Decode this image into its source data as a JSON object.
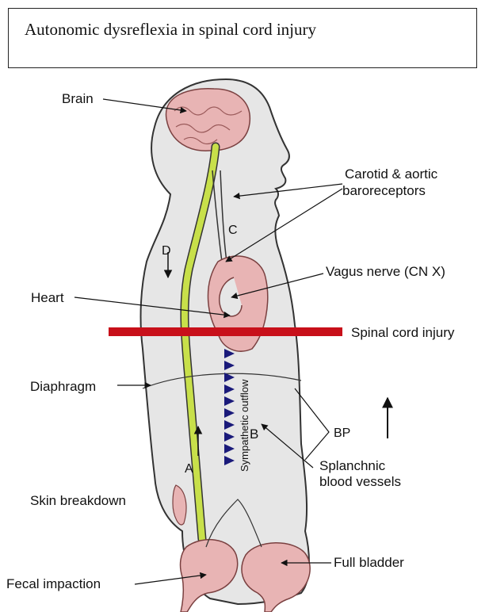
{
  "title": "Autonomic dysreflexia in spinal cord injury",
  "labels": {
    "brain": "Brain",
    "carotid_line1": "Carotid & aortic",
    "carotid_line2": "baroreceptors",
    "vagus": "Vagus nerve (CN X)",
    "heart": "Heart",
    "sci": "Spinal cord injury",
    "diaphragm": "Diaphragm",
    "sympathetic": "Sympathetic outflow",
    "bp": "BP",
    "splanchnic_line1": "Splanchnic",
    "splanchnic_line2": "blood vessels",
    "skin": "Skin breakdown",
    "bladder": "Full bladder",
    "fecal": "Fecal impaction",
    "pathway_a": "A",
    "pathway_b": "B",
    "pathway_c": "C",
    "pathway_d": "D"
  },
  "colors": {
    "injury_bar": "#c8101a",
    "spinal_cord": "#c8e04a",
    "organ_pink": "#e8b4b4",
    "body_fill": "#e6e6e6",
    "sympathetic_triangles": "#1a1a7a"
  }
}
